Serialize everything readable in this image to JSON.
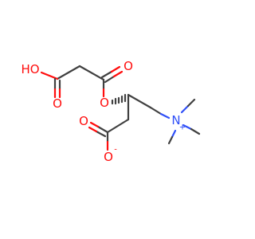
{
  "colors": {
    "bond": "#404040",
    "oxygen": "#ff0d0d",
    "nitrogen": "#3050f8",
    "background": "#ffffff"
  },
  "atoms": {
    "o_hydroxyl_label": "HO",
    "o_acid_carbonyl": "O",
    "o_ester_carbonyl": "O",
    "o_ester_bridge": "O",
    "o_carboxylate_carbonyl": "O",
    "o_carboxylate_anion": "O",
    "n_ammonium": "N"
  },
  "charges": {
    "n_ammonium": "+",
    "o_carboxylate_anion": "-"
  }
}
